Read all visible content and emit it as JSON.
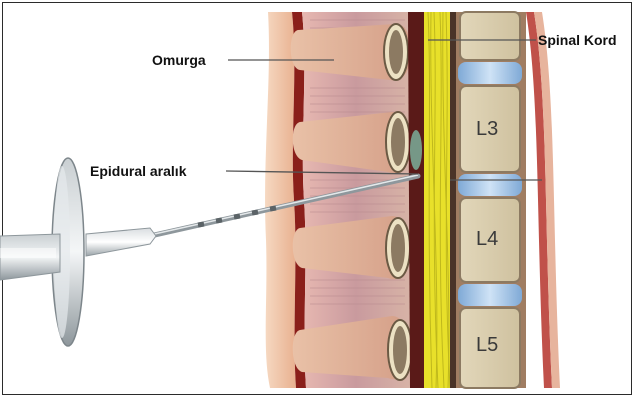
{
  "labels": {
    "spine": "Omurga",
    "epidural_space": "Epidural aralık",
    "spinal_cord": "Spinal Kord"
  },
  "vertebrae": [
    "L3",
    "L4",
    "L5"
  ],
  "colors": {
    "frame": "#2b2b2b",
    "skin": "#f2c6a8",
    "muscle": "#c9838a",
    "vessel": "#8a1f1a",
    "bone_outer": "#c9bb9c",
    "bone_inner": "#8c7a62",
    "disc": "#a8c9ea",
    "nerve": "#e8e02a",
    "needle_handle": "#9aa3a8",
    "leader_line": "#555555"
  }
}
